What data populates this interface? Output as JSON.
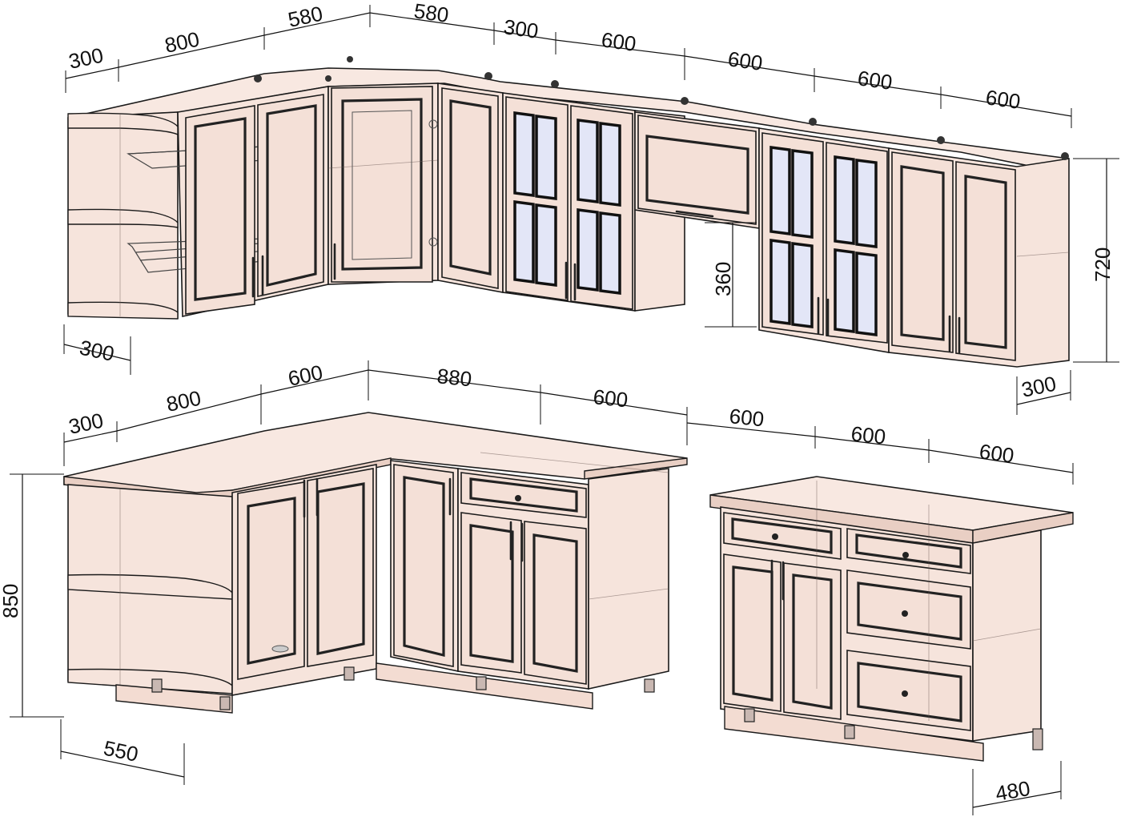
{
  "upper": {
    "widths": [
      "300",
      "800",
      "580",
      "580",
      "300",
      "600",
      "600",
      "600",
      "600"
    ],
    "depth_left": "300",
    "depth_right": "300",
    "height": "720",
    "gap_height": "360"
  },
  "lower": {
    "widths": [
      "300",
      "800",
      "600",
      "880",
      "600"
    ],
    "depth": "550",
    "height": "850"
  },
  "island": {
    "widths": [
      "600",
      "600",
      "600"
    ],
    "depth": "480"
  },
  "colors": {
    "carcass": "#f6e4dc",
    "outline": "#1a1a1a",
    "glass": "#e3e6f7"
  }
}
